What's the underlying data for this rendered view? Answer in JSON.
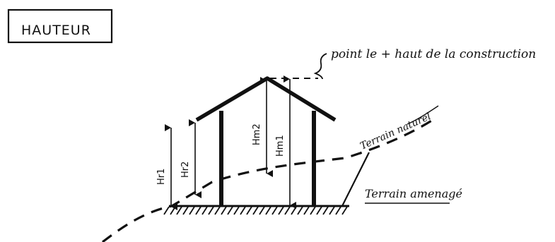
{
  "title": "HAUTEUR",
  "annotations": {
    "highest_point": "point le + haut de la construction",
    "natural_ground": "Terrain naturel",
    "developed_ground": "Terrain amenagé"
  },
  "dimensions": {
    "hr1": "Hr1",
    "hr2": "Hr2",
    "hm2": "Hm2",
    "hm1": "Hm1"
  }
}
